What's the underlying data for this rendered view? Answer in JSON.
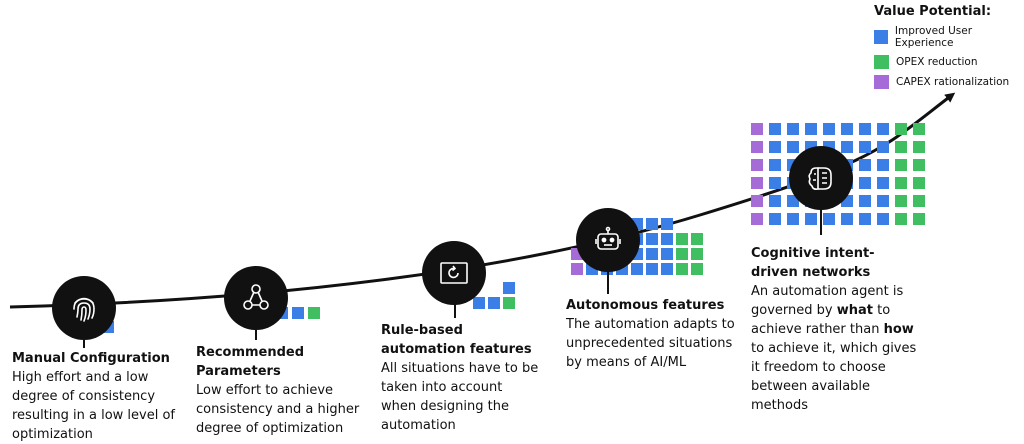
{
  "legend": {
    "title": "Value Potential:",
    "items": [
      {
        "label": "Improved User Experience",
        "color": "#3b7ee6"
      },
      {
        "label": "OPEX reduction",
        "color": "#3fbf61"
      },
      {
        "label": "CAPEX rationalization",
        "color": "#a56bd6"
      }
    ]
  },
  "stages": [
    {
      "title": "Manual Configuration",
      "description": "High effort and a low degree of consistency resulting in a low level of optimization",
      "icon": "fingerprint-icon"
    },
    {
      "title": "Recommended Parameters",
      "description": "Low effort to achieve consistency and a higher degree of optimization",
      "icon": "network-icon"
    },
    {
      "title": "Rule-based automation features",
      "description": "All situations have to be taken into account when designing the automation",
      "icon": "automation-screen-icon"
    },
    {
      "title": "Autonomous features",
      "description": "The automation adapts to unprecedented situations by means of AI/ML",
      "icon": "robot-icon"
    },
    {
      "title": "Cognitive intent-driven networks",
      "description_parts": [
        "An automation agent is governed by ",
        "what",
        " to achieve rather than ",
        "how",
        " to achieve it, which gives it freedom to choose between available methods"
      ],
      "icon": "brain-icon"
    }
  ]
}
